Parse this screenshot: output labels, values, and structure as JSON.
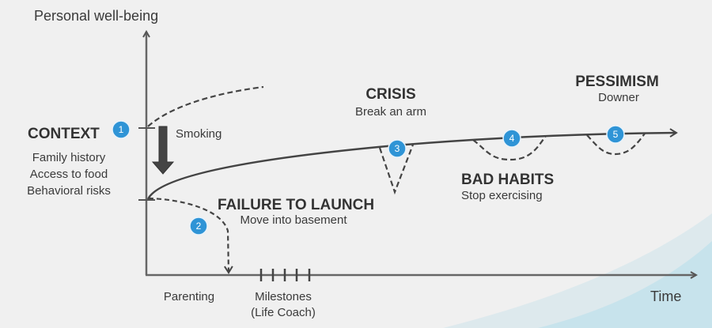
{
  "colors": {
    "background": "#f0f0f0",
    "line": "#4a4a4a",
    "badge": "#2f94d6",
    "wave": "#c7e3ec"
  },
  "axes": {
    "y_label": "Personal well-being",
    "x_label": "Time"
  },
  "context": {
    "title": "CONTEXT",
    "items": [
      "Family history",
      "Access to food",
      "Behavioral risks"
    ],
    "badge": "1"
  },
  "smoking": {
    "label": "Smoking"
  },
  "failure": {
    "title": "FAILURE TO LAUNCH",
    "subtitle": "Move into basement",
    "badge": "2"
  },
  "crisis": {
    "title": "CRISIS",
    "subtitle": "Break an arm",
    "badge": "3"
  },
  "bad_habits": {
    "title": "BAD HABITS",
    "subtitle": "Stop exercising",
    "badge": "4"
  },
  "pessimism": {
    "title": "PESSIMISM",
    "subtitle": "Downer",
    "badge": "5"
  },
  "x_annotations": {
    "parenting": "Parenting",
    "milestones": "Milestones",
    "life_coach": "(Life Coach)"
  }
}
